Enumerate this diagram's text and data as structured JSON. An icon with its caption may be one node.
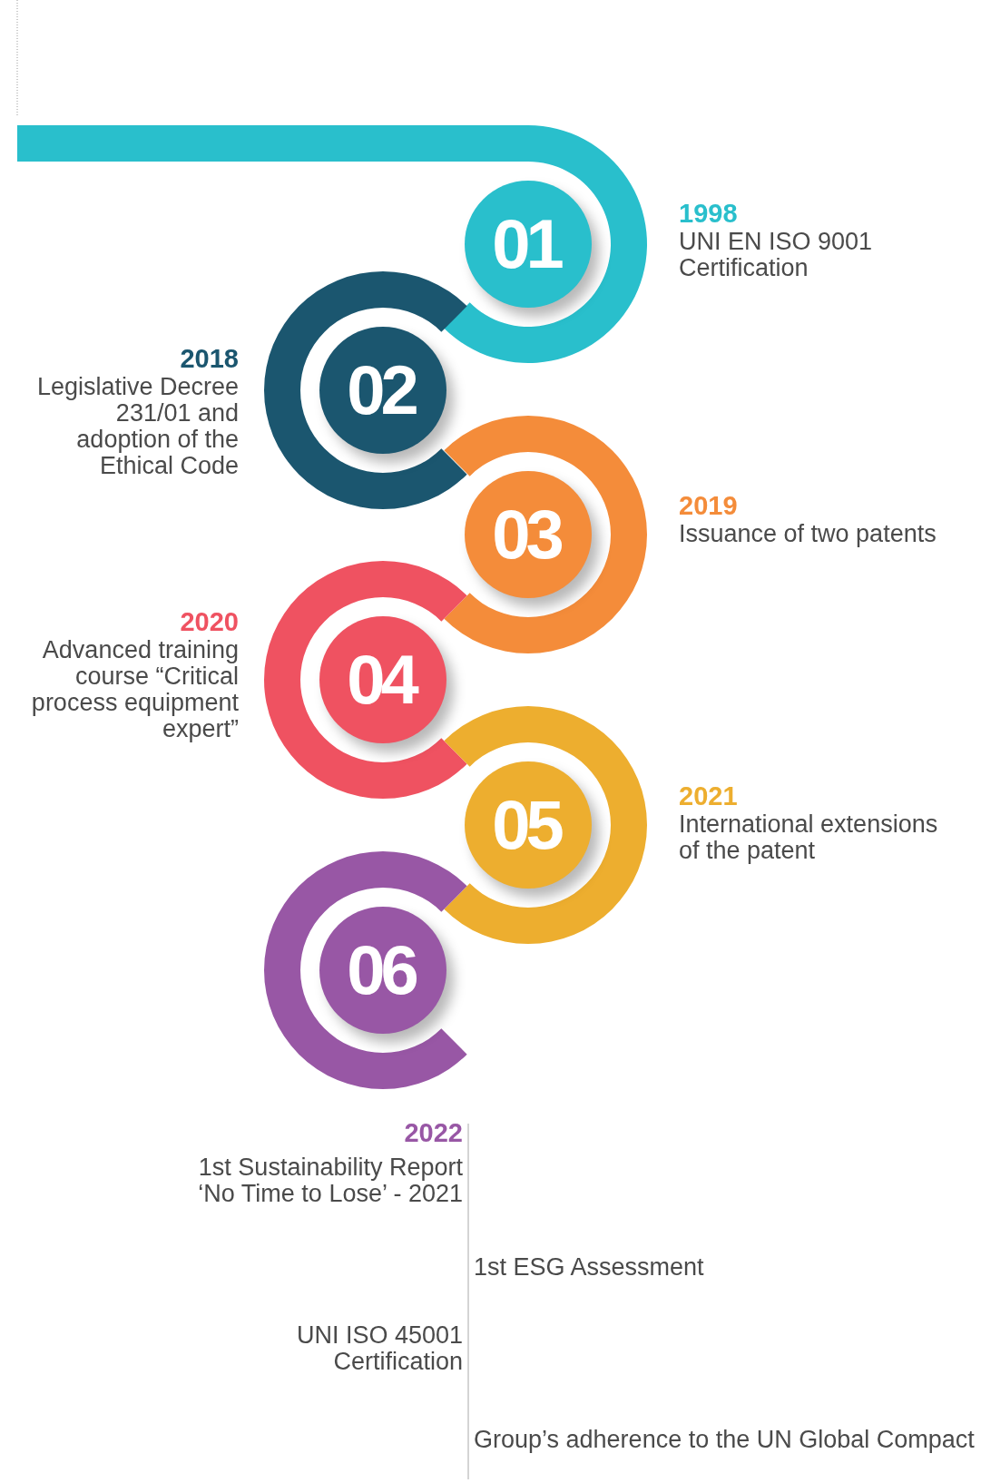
{
  "diagram": {
    "nodes": [
      {
        "text": [
          "01"
        ],
        "beside": [
          "1998",
          "UNI EN ISO 9001 Certification"
        ]
      },
      {
        "text": [
          "02"
        ],
        "beside": [
          "2018",
          "Legislative Decree 231/01 and adoption of the Ethical Code"
        ]
      },
      {
        "text": [
          "03"
        ],
        "beside": [
          "2019",
          "Issuance of two patents"
        ]
      },
      {
        "text": [
          "04"
        ],
        "beside": [
          "2020",
          "Advanced training course “Critical process equipment expert”"
        ]
      },
      {
        "text": [
          "05"
        ],
        "beside": [
          "2021",
          "International extensions of the patent"
        ]
      },
      {
        "text": [
          "06"
        ]
      }
    ],
    "labels": [
      "2022",
      "1st Sustainability Report ‘No Time to Lose’ - 2021",
      "1st ESG Assessment",
      "UNI ISO 45001 Certification",
      "Group’s adherence to the UN Global Compact"
    ]
  }
}
